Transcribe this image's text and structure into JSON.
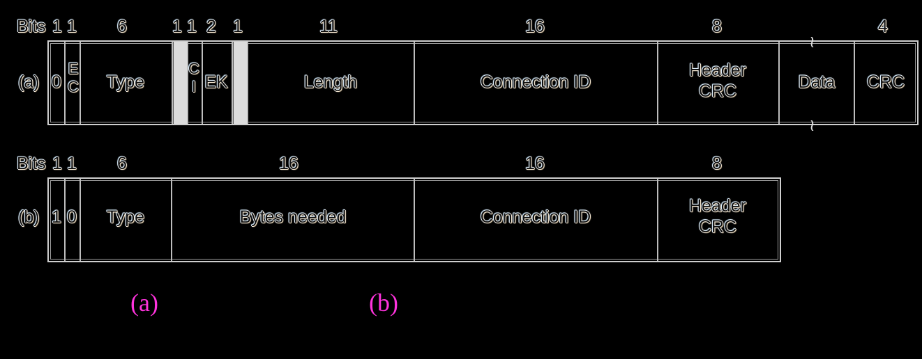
{
  "diagram": {
    "row_a": {
      "tag": "(a)",
      "bits_label": "Bits",
      "fields": [
        {
          "bits": "1",
          "label": "0"
        },
        {
          "bits": "1",
          "label": "E\nC"
        },
        {
          "bits": "6",
          "label": "Type"
        },
        {
          "bits": "1",
          "label": "",
          "shaded": true
        },
        {
          "bits": "1",
          "label": "C\nI"
        },
        {
          "bits": "2",
          "label": "EK"
        },
        {
          "bits": "1",
          "label": "",
          "shaded": true
        },
        {
          "bits": "11",
          "label": "Length"
        },
        {
          "bits": "16",
          "label": "Connection ID"
        },
        {
          "bits": "8",
          "label": "Header\nCRC"
        },
        {
          "bits": "",
          "label": "Data",
          "variable_length": true
        },
        {
          "bits": "4",
          "label": "CRC"
        }
      ]
    },
    "row_b": {
      "tag": "(b)",
      "bits_label": "Bits",
      "fields": [
        {
          "bits": "1",
          "label": "1"
        },
        {
          "bits": "1",
          "label": "0"
        },
        {
          "bits": "6",
          "label": "Type"
        },
        {
          "bits": "16",
          "label": "Bytes needed"
        },
        {
          "bits": "16",
          "label": "Connection ID"
        },
        {
          "bits": "8",
          "label": "Header\nCRC"
        }
      ]
    },
    "captions": [
      "(a)",
      "(b)"
    ],
    "colors": {
      "caption": "#ff33dd",
      "shaded_field": "#dcdcdc",
      "background": "#000000"
    }
  }
}
